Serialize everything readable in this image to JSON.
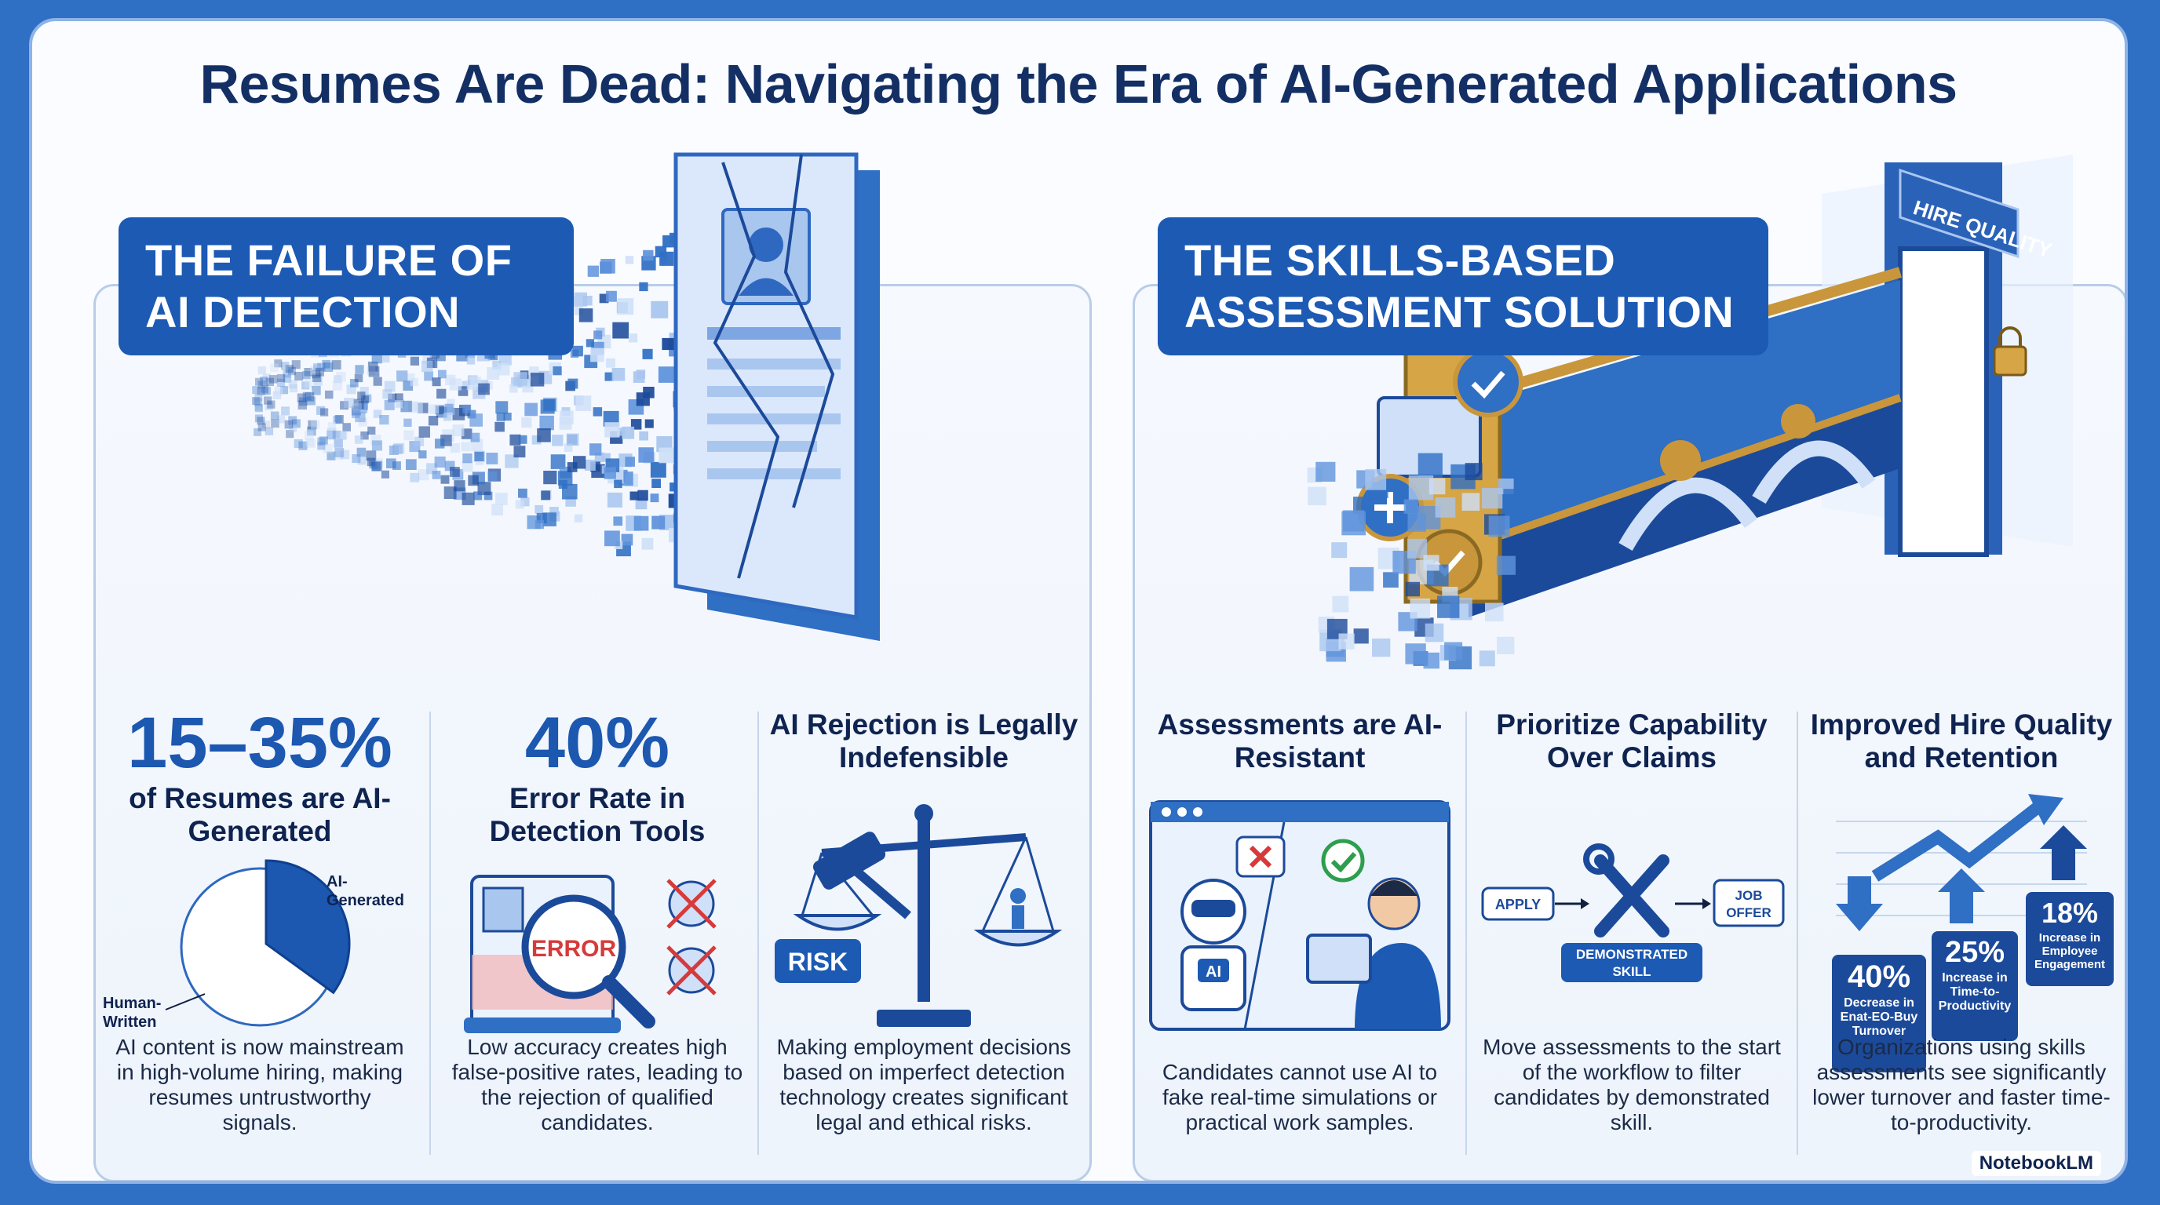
{
  "title": "Resumes Are Dead: Navigating the Era of AI-Generated Applications",
  "left": {
    "tag": "THE FAILURE OF AI DETECTION",
    "cols": [
      {
        "big": "15–35%",
        "sub": "of Resumes are AI-Generated",
        "pie_ai": "AI-Generated",
        "pie_human": "Human-Written",
        "desc": "AI content is now mainstream in high-volume hiring, making resumes untrustworthy signals."
      },
      {
        "big": "40%",
        "sub": "Error Rate in Detection Tools",
        "error": "ERROR",
        "desc": "Low accuracy creates high false-positive rates, leading to the rejection of qualified candidates."
      },
      {
        "head": "AI Rejection is Legally Indefensible",
        "risk": "RISK",
        "desc": "Making employment decisions based on imperfect detection technology creates significant legal and ethical risks."
      }
    ]
  },
  "right": {
    "tag": "THE SKILLS-BASED ASSESSMENT SOLUTION",
    "gate_sign": "HIRE QUALITY",
    "cols": [
      {
        "head": "Assessments are AI-Resistant",
        "ai_badge": "AI",
        "desc": "Candidates cannot use AI to fake real-time simulations or practical work samples."
      },
      {
        "head": "Prioritize Capability Over Claims",
        "apply": "APPLY",
        "skill": "DEMONSTRATED SKILL",
        "offer": "JOB OFFER",
        "desc": "Move assessments to the start of the workflow to filter candidates by demonstrated skill."
      },
      {
        "head": "Improved Hire Quality and Retention",
        "stats": [
          {
            "value": "40%",
            "label": "Decrease in Enat-EO-Buy Turnover"
          },
          {
            "value": "25%",
            "label": "Increase in Time-to-Productivity"
          },
          {
            "value": "18%",
            "label": "Increase in Employee Engagement"
          }
        ],
        "desc": "Organizations using skills assessments see significantly lower turnover and faster time-to-productivity."
      }
    ]
  },
  "chart_data": {
    "type": "pie",
    "categories": [
      "AI-Generated",
      "Human-Written"
    ],
    "values": [
      35,
      65
    ]
  },
  "brand": "NotebookLM",
  "colors": {
    "accent": "#1c5ab4",
    "navy": "#132f64",
    "error": "#d63a3a",
    "gold": "#c9963c"
  }
}
